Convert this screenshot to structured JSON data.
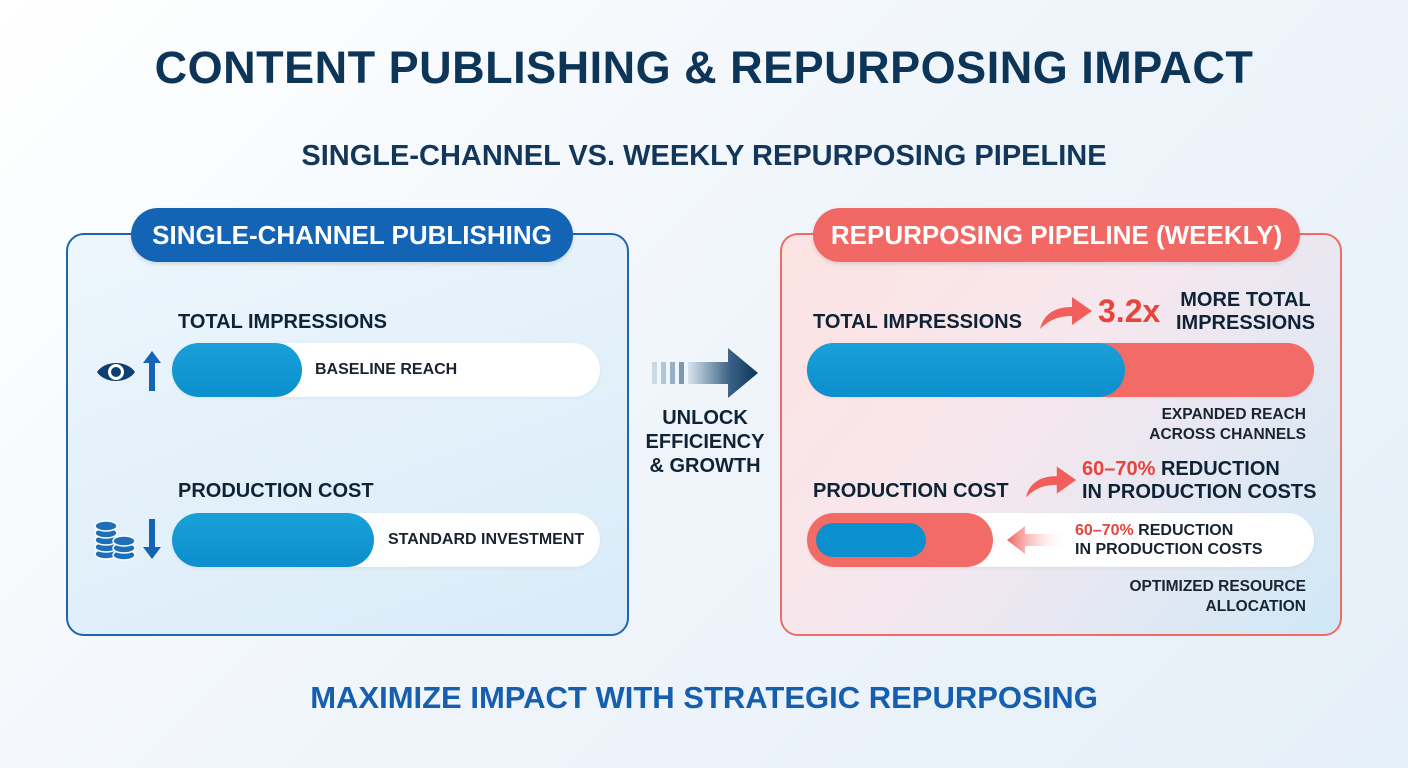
{
  "title": "CONTENT PUBLISHING & REPURPOSING IMPACT",
  "subtitle": "SINGLE-CHANNEL VS. WEEKLY REPURPOSING PIPELINE",
  "footer": "MAXIMIZE IMPACT WITH STRATEGIC REPURPOSING",
  "colors": {
    "navy": "#0d3558",
    "blue": "#1364b4",
    "bar_blue": "#0b8fcd",
    "coral": "#f26864",
    "accent_red": "#e8433c"
  },
  "left_panel": {
    "title": "SINGLE-CHANNEL PUBLISHING",
    "impressions": {
      "label": "TOTAL IMPRESSIONS",
      "bar_text": "BASELINE REACH",
      "icons": [
        "eye-icon",
        "arrow-up-icon"
      ]
    },
    "cost": {
      "label": "PRODUCTION COST",
      "bar_text": "STANDARD INVESTMENT",
      "icons": [
        "coins-icon",
        "arrow-down-icon"
      ]
    }
  },
  "middle": {
    "line1": "UNLOCK",
    "line2": "EFFICIENCY",
    "line3": "& GROWTH"
  },
  "right_panel": {
    "title": "REPURPOSING PIPELINE (WEEKLY)",
    "impressions": {
      "label": "TOTAL IMPRESSIONS",
      "multiplier": "3.2x",
      "multiplier_line1": "MORE TOTAL",
      "multiplier_line2": "IMPRESSIONS",
      "note_line1": "EXPANDED REACH",
      "note_line2": "ACROSS CHANNELS"
    },
    "cost": {
      "label": "PRODUCTION COST",
      "callout_pct": "60–70%",
      "callout_line1": "REDUCTION",
      "callout_line2": "IN PRODUCTION COSTS",
      "bar_pct": "60–70%",
      "bar_line1": "REDUCTION",
      "bar_line2": "IN PRODUCTION COSTS",
      "note_line1": "OPTIMIZED RESOURCE",
      "note_line2": "ALLOCATION"
    }
  }
}
